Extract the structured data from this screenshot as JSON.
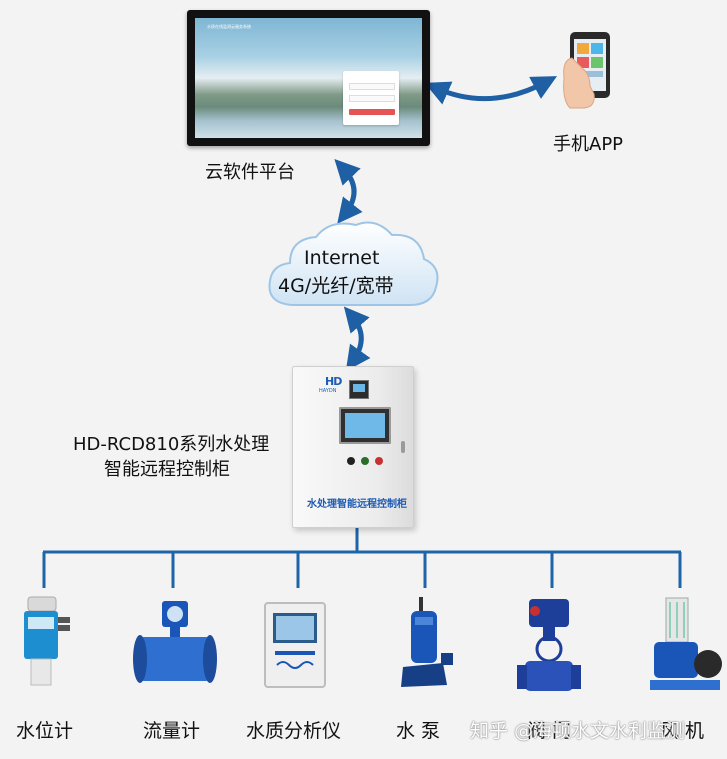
{
  "colors": {
    "bus_line": "#1e64a8",
    "arrow": "#1f5fa3",
    "brand_blue": "#1e5bb3",
    "device_blue": "#1a56b8",
    "background": "#f3f3f3"
  },
  "cloud_platform": {
    "screen_title": "水质在线监测云服务系统",
    "label": "云软件平台"
  },
  "mobile_app": {
    "label": "手机APP",
    "icon": "phone-hand-icon"
  },
  "cloud": {
    "line1": "Internet",
    "line2": "4G/光纤/宽带"
  },
  "control_cabinet": {
    "name": "HD-RCD810系列水处理",
    "description": "智能远程控制柜",
    "logo_mark": "HD",
    "logo_text": "HAYDN",
    "face_text": "水处理智能远程控制柜"
  },
  "devices": [
    {
      "label": "水位计",
      "icon": "ultrasonic-level-meter-icon"
    },
    {
      "label": "流量计",
      "icon": "electromagnetic-flowmeter-icon"
    },
    {
      "label": "水质分析仪",
      "icon": "water-quality-analyzer-icon"
    },
    {
      "label": "水 泵",
      "icon": "submersible-pump-icon"
    },
    {
      "label": "阀 门",
      "icon": "electric-valve-icon"
    },
    {
      "label": "风 机",
      "icon": "roots-blower-icon"
    }
  ],
  "watermark": "知乎 @海顿水文水利监测"
}
